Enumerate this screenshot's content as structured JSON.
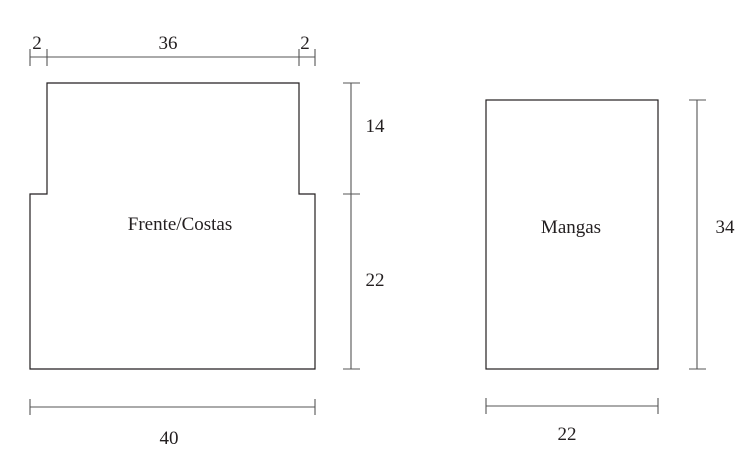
{
  "front_back": {
    "label": "Frente/Costas",
    "dims": {
      "top_left": "2",
      "top_middle": "36",
      "top_right": "2",
      "upper_height": "14",
      "lower_height": "22",
      "width": "40"
    }
  },
  "sleeves": {
    "label": "Mangas",
    "dims": {
      "height": "34",
      "width": "22"
    }
  }
}
